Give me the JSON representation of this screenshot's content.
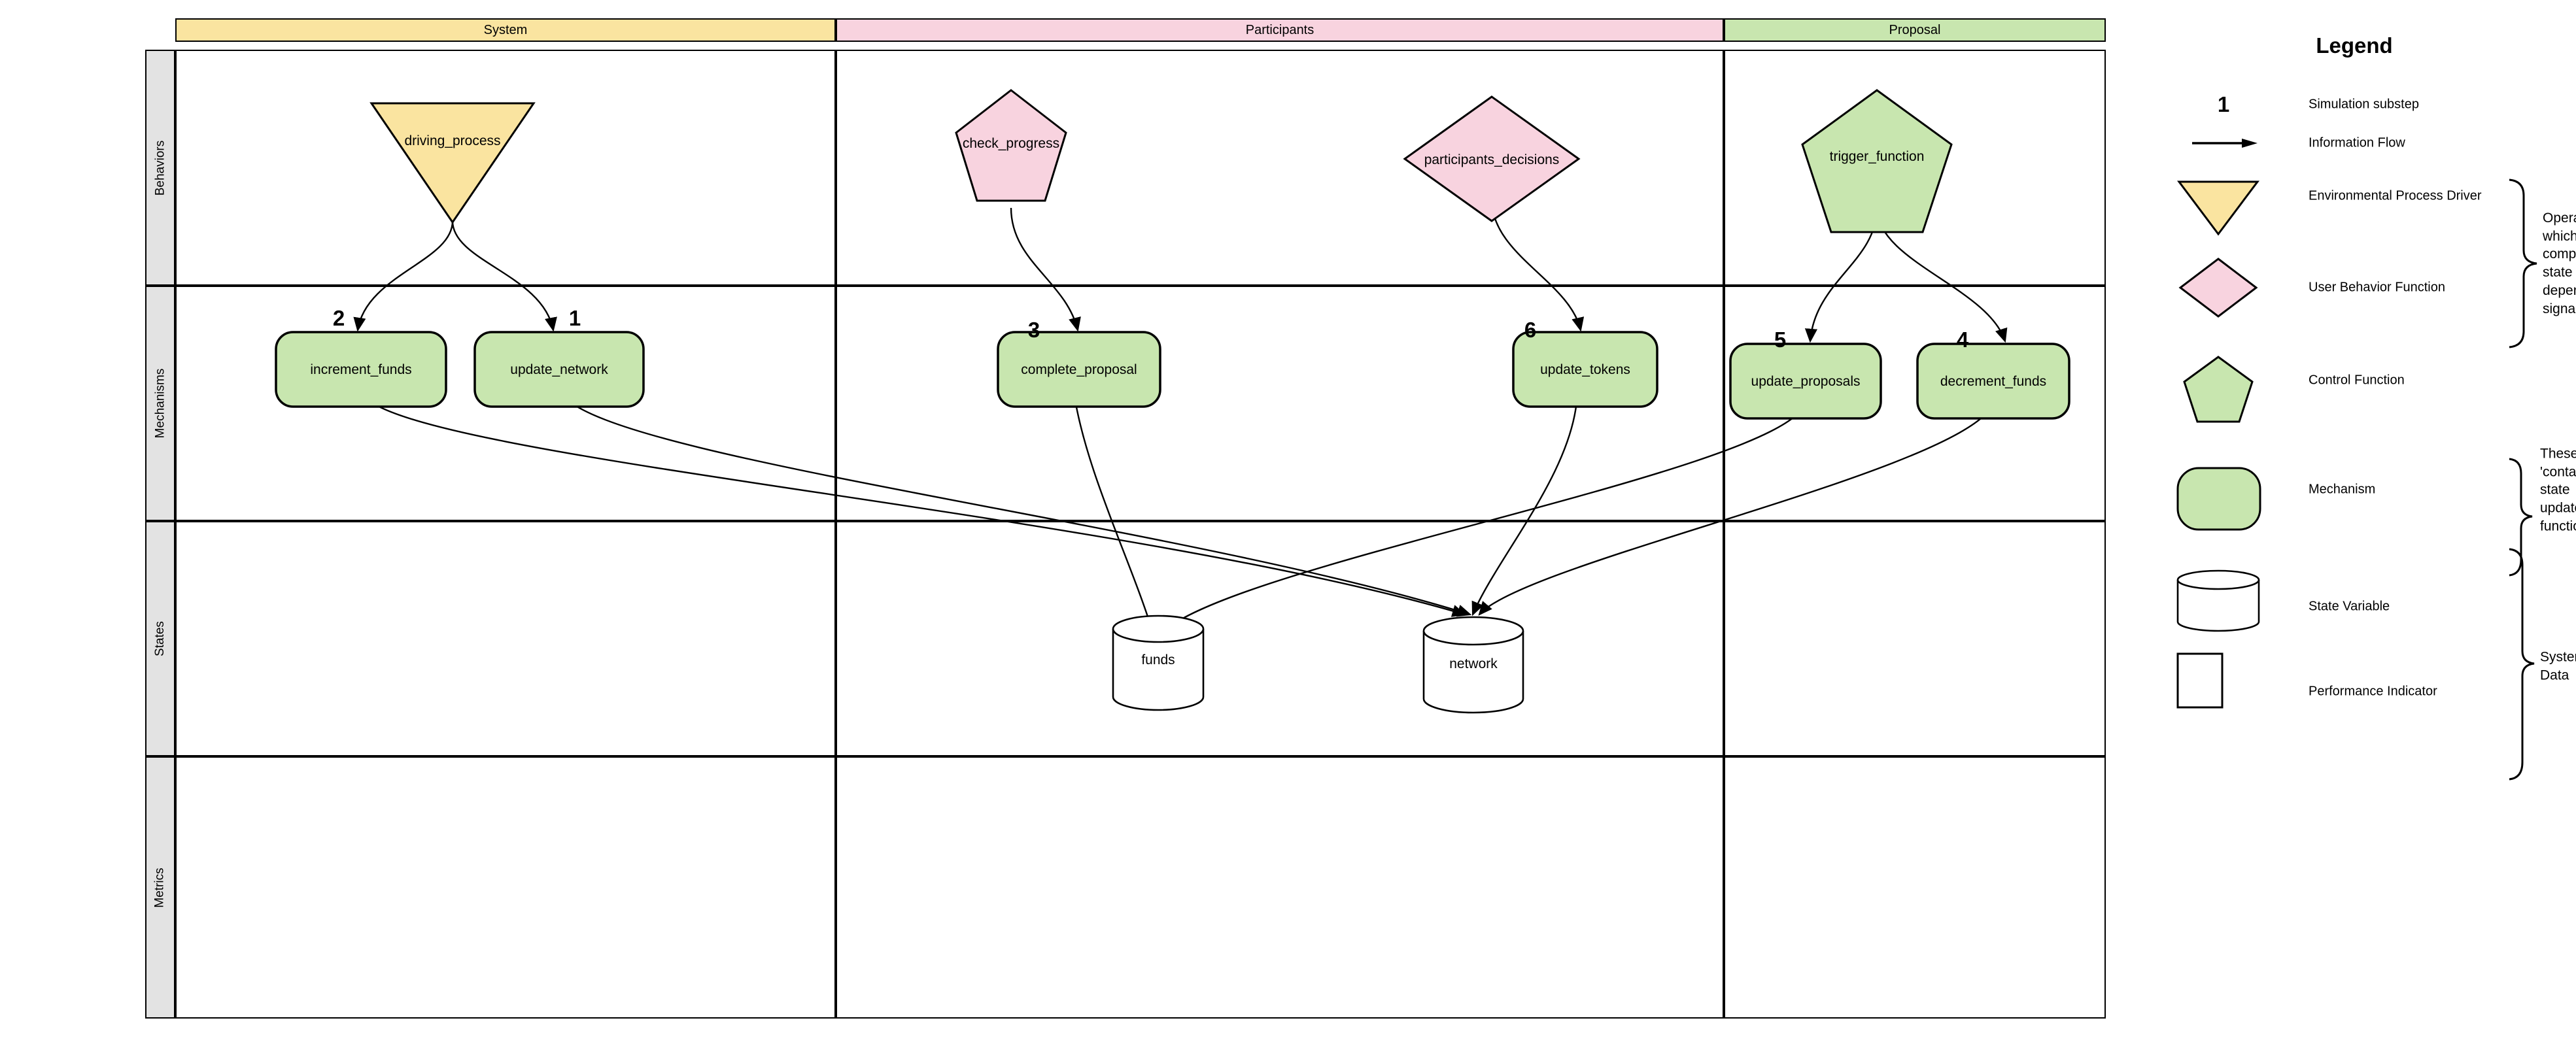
{
  "diagram": {
    "columns": [
      {
        "id": "system",
        "label": "System",
        "color": "#FAE4A0"
      },
      {
        "id": "participants",
        "label": "Participants",
        "color": "#F8D3DF"
      },
      {
        "id": "proposal",
        "label": "Proposal",
        "color": "#C8E6AF"
      }
    ],
    "rows": [
      {
        "id": "behaviors",
        "label": "Behaviors"
      },
      {
        "id": "mechanisms",
        "label": "Mechanisms"
      },
      {
        "id": "states",
        "label": "States"
      },
      {
        "id": "metrics",
        "label": "Metrics"
      }
    ],
    "nodes": {
      "driving_process": "driving_process",
      "check_progress": "check_progress",
      "participants_decisions": "participants_decisions",
      "trigger_function": "trigger_function",
      "increment_funds": "increment_funds",
      "update_network": "update_network",
      "complete_proposal": "complete_proposal",
      "update_tokens": "update_tokens",
      "update_proposals": "update_proposals",
      "decrement_funds": "decrement_funds",
      "funds": "funds",
      "network": "network"
    },
    "substeps": {
      "update_network": "1",
      "increment_funds": "2",
      "complete_proposal": "3",
      "decrement_funds": "4",
      "update_proposals": "5",
      "update_tokens": "6"
    }
  },
  "legend": {
    "title": "Legend",
    "sample_number": "1",
    "items": [
      {
        "key": "substep",
        "label": "Simulation substep",
        "icon": "number-glyph"
      },
      {
        "key": "flow",
        "label": "Information Flow",
        "icon": "arrow-icon"
      },
      {
        "key": "env",
        "label": "Environmental Process Driver",
        "icon": "triangle-icon"
      },
      {
        "key": "user",
        "label": "User Behavior Function",
        "icon": "diamond-icon"
      },
      {
        "key": "control",
        "label": "Control Function",
        "icon": "pentagon-icon"
      },
      {
        "key": "mechanism",
        "label": "Mechanism",
        "icon": "rounded-rect-icon"
      },
      {
        "key": "state",
        "label": "State Variable",
        "icon": "cylinder-icon"
      },
      {
        "key": "metric",
        "label": "Performance Indicator",
        "icon": "rectangle-icon"
      }
    ],
    "brackets": [
      {
        "key": "operators",
        "text": "Operators which compute state dependent signals"
      },
      {
        "key": "contain",
        "text": "These 'contain' state update functions"
      },
      {
        "key": "sysdata",
        "text": "System Data"
      }
    ]
  },
  "colors": {
    "yellow": "#FAE4A0",
    "pink": "#F8D3DF",
    "green": "#C8E6AF",
    "rowheader": "#e3e3e3",
    "stroke": "#000000",
    "white": "#ffffff"
  }
}
